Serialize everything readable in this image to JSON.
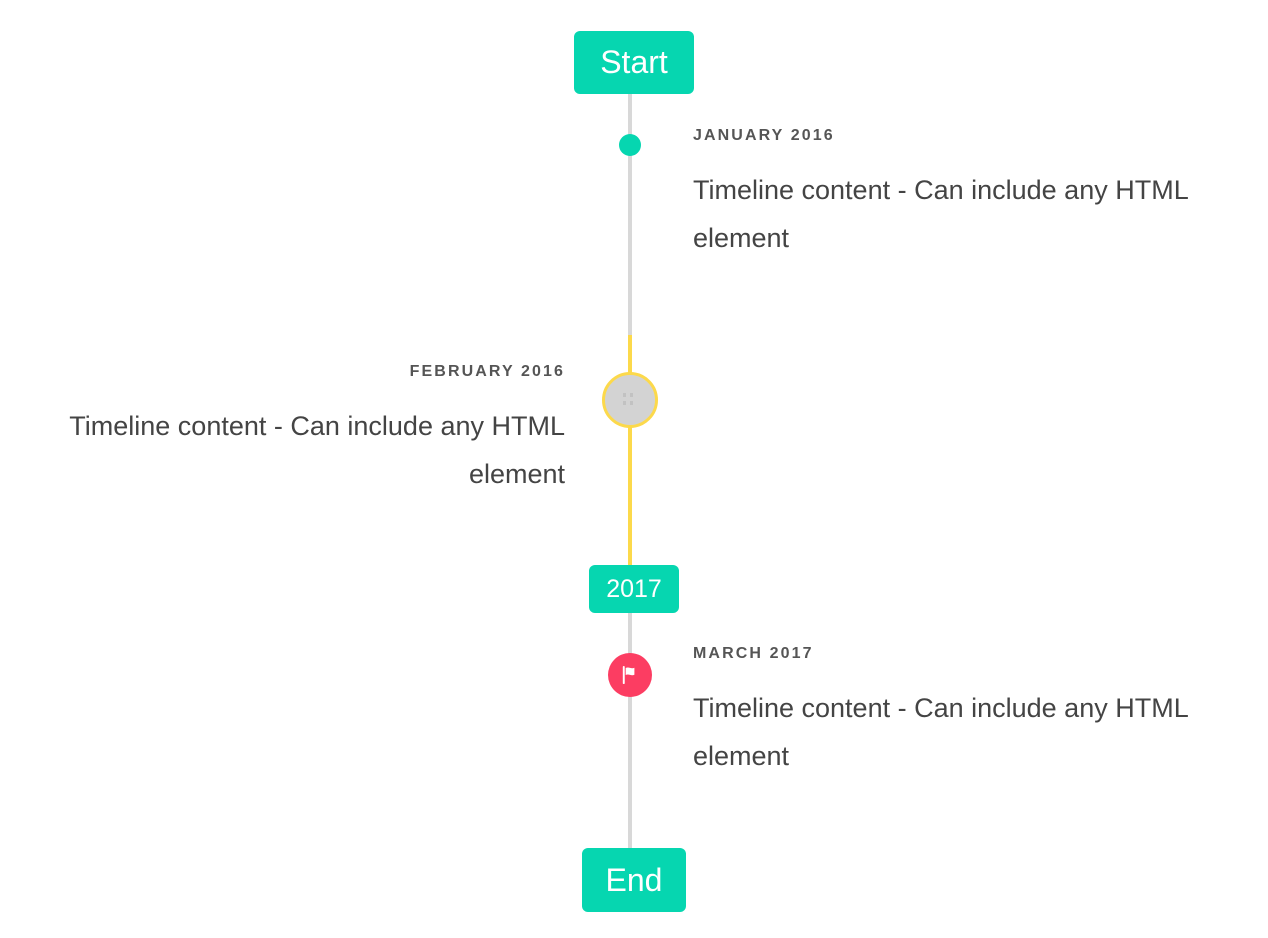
{
  "timeline": {
    "start_badge": {
      "label": "Start"
    },
    "year_badge": {
      "label": "2017"
    },
    "end_badge": {
      "label": "End"
    },
    "events": [
      {
        "date": "JANUARY 2016",
        "text": "Timeline content - Can include any HTML element",
        "side": "right",
        "marker": "dot"
      },
      {
        "date": "FEBRUARY 2016",
        "text": "Timeline content - Can include any HTML element",
        "side": "left",
        "marker": "ring"
      },
      {
        "date": "MARCH 2017",
        "text": "Timeline content - Can include any HTML element",
        "side": "right",
        "marker": "flag"
      }
    ],
    "colors": {
      "accent_teal": "#06d6b0",
      "accent_yellow": "#fcd94b",
      "accent_pink": "#fc3d62",
      "line_gray": "#d8d8d8",
      "marker_fill_gray": "#d3d3d3",
      "date_text": "#555555",
      "body_text": "#444444",
      "badge_text": "#ffffff",
      "background": "#ffffff"
    }
  }
}
